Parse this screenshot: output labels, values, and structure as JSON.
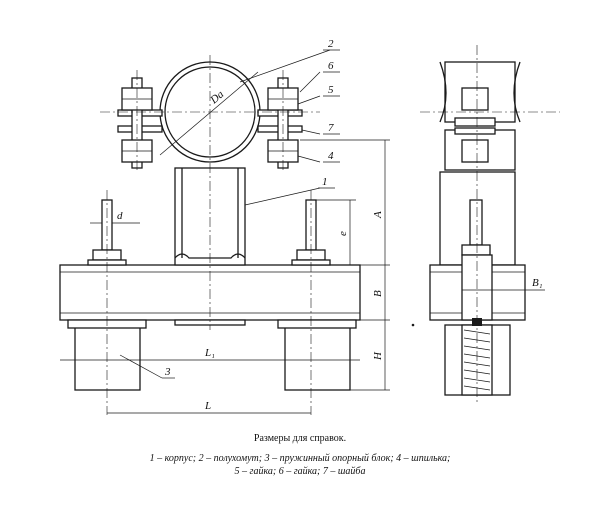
{
  "labels": {
    "n1": "1",
    "n2": "2",
    "n3": "3",
    "n4": "4",
    "n5": "5",
    "n6": "6",
    "n7": "7",
    "Da": "Da",
    "d": "d",
    "e": "e",
    "A": "A",
    "B": "B",
    "H": "H",
    "L1": "L₁",
    "L": "L",
    "B1": "B₁"
  },
  "caption": {
    "title": "Размеры для справок.",
    "line1": "1 – корпус; 2 – полухомут; 3 – пружинный опорный блок; 4 – шпилька;",
    "line2": "5 – гайка; 6 – гайка; 7 – шайба"
  }
}
